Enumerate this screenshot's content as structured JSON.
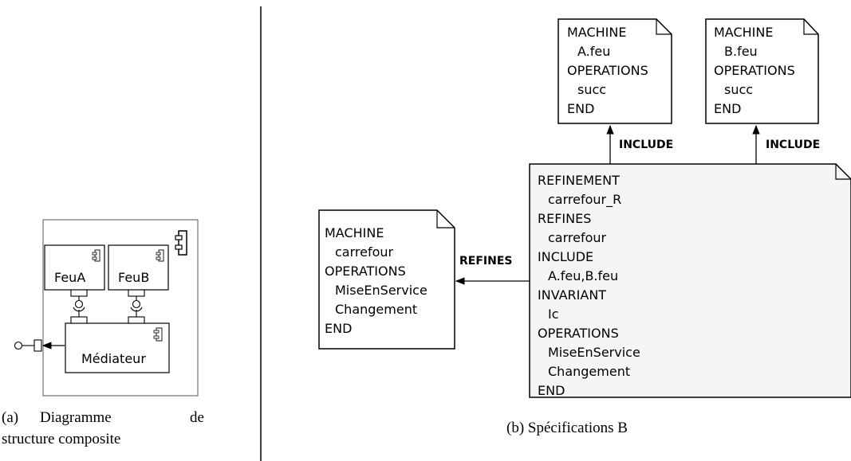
{
  "composite": {
    "feuA": "FeuA",
    "feuB": "FeuB",
    "mediateur": "Médiateur",
    "caption_a_label": "(a)",
    "caption_a_word1": "Diagramme",
    "caption_a_word2": "de",
    "caption_a_line2": "structure composite"
  },
  "specs": {
    "machine_a": [
      "MACHINE",
      "  A.feu",
      "OPERATIONS",
      "  succ",
      "END"
    ],
    "machine_b": [
      "MACHINE",
      "  B.feu",
      "OPERATIONS",
      "  succ",
      "END"
    ],
    "machine_carrefour": [
      "MACHINE",
      "  carrefour",
      "OPERATIONS",
      "  MiseEnService",
      "  Changement",
      "END"
    ],
    "refinement": [
      "REFINEMENT",
      "  carrefour_R",
      "REFINES",
      "  carrefour",
      "INCLUDE",
      "  A.feu,B.feu",
      "INVARIANT",
      "  Ic",
      "OPERATIONS",
      "  MiseEnService",
      "  Changement",
      "END"
    ],
    "include_label_a": "INCLUDE",
    "include_label_b": "INCLUDE",
    "refines_label": "REFINES",
    "caption_b": "(b) Spécifications B"
  }
}
